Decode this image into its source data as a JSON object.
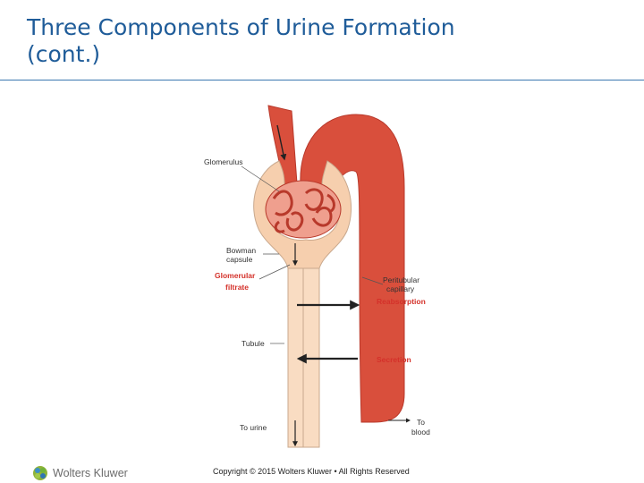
{
  "slide": {
    "title_line1": "Three Components of Urine Formation",
    "title_line2": "(cont.)"
  },
  "diagram": {
    "labels": {
      "glomerulus": "Glomerulus",
      "bowman_line1": "Bowman",
      "bowman_line2": "capsule",
      "filtrate_line1": "Glomerular",
      "filtrate_line2": "filtrate",
      "peritubular_line1": "Peritubular",
      "peritubular_line2": "capillary",
      "reabsorption": "Reabsorption",
      "tubule": "Tubule",
      "secretion": "Secretion",
      "to_urine": "To urine",
      "to_blood_line1": "To",
      "to_blood_line2": "blood"
    },
    "colors": {
      "vessel": "#d94f3c",
      "vessel_dark": "#b8392b",
      "tubule": "#f9dcc2",
      "tubule_outline": "#c9a98e",
      "capsule": "#f6cfae",
      "highlight": "#d4312a",
      "arrow": "#222222"
    }
  },
  "footer": {
    "logo_text": "Wolters Kluwer",
    "copyright": "Copyright © 2015 Wolters Kluwer • All Rights Reserved"
  }
}
